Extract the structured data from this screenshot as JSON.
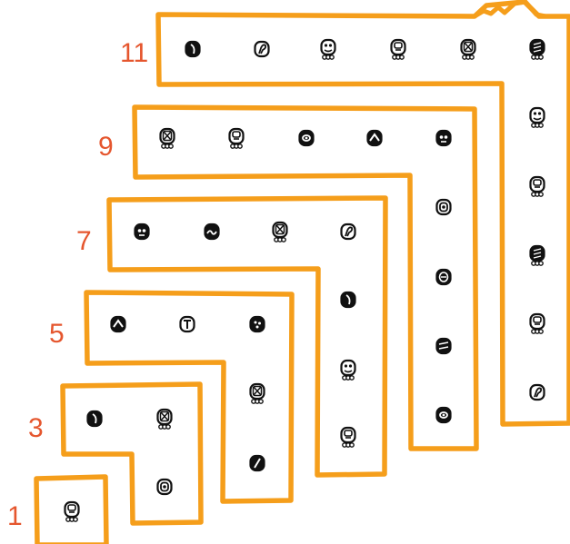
{
  "colors": {
    "frame": "#F59E1B",
    "number": "#E5562E",
    "ink": "#111111",
    "background": "#ffffff"
  },
  "shapes": [
    {
      "label": "1",
      "glyphs": [
        "glyph-head-dots"
      ]
    },
    {
      "label": "3",
      "glyphs": [
        "glyph-bar-solid",
        "glyph-cross-dots",
        "glyph-ring"
      ]
    },
    {
      "label": "5",
      "glyphs": [
        "glyph-arch-solid",
        "glyph-t-cartouche",
        "glyph-dotted-solid",
        "glyph-cross-dots",
        "glyph-slash-solid"
      ]
    },
    {
      "label": "7",
      "glyphs": [
        "glyph-face-solid",
        "glyph-wave-solid",
        "glyph-cross-dots",
        "glyph-hook",
        "glyph-bar-solid",
        "glyph-face-dots",
        "glyph-head-dots"
      ]
    },
    {
      "label": "9",
      "glyphs": [
        "glyph-cross-dots",
        "glyph-head-dots",
        "glyph-eye-solid",
        "glyph-arch-solid",
        "glyph-face-solid",
        "glyph-ring",
        "glyph-oval-solid",
        "glyph-dark-solid",
        "glyph-eye-solid"
      ]
    },
    {
      "label": "11",
      "glyphs": [
        "glyph-bar-solid",
        "glyph-hook",
        "glyph-face-dots",
        "glyph-head-dots",
        "glyph-cross-dots",
        "glyph-dark-dots",
        "glyph-face-dots",
        "glyph-head-dots",
        "glyph-dark-dots",
        "glyph-head-dots",
        "glyph-hook"
      ]
    }
  ]
}
